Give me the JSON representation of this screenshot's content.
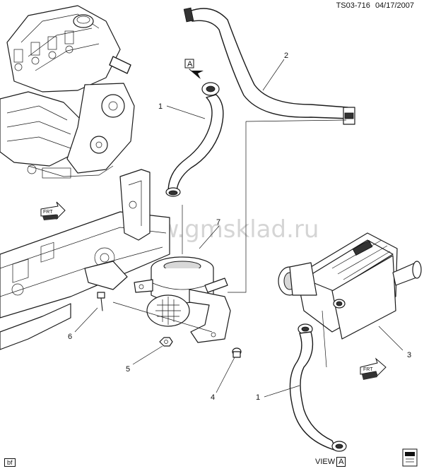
{
  "header": {
    "drawing_id": "TS03-716",
    "date": "04/17/2007"
  },
  "watermark": "www.gmsklad.ru",
  "callouts": {
    "c1_top": "1",
    "c2": "2",
    "c3": "3",
    "c4": "4",
    "c5": "5",
    "c6": "6",
    "c7": "7",
    "c1_bottom": "1"
  },
  "view_marker": {
    "letter": "A"
  },
  "front_arrows": {
    "left": "FRT",
    "right": "FRT"
  },
  "footer": {
    "corner_tag": "bf",
    "view_label": "VIEW",
    "view_letter": "A"
  }
}
